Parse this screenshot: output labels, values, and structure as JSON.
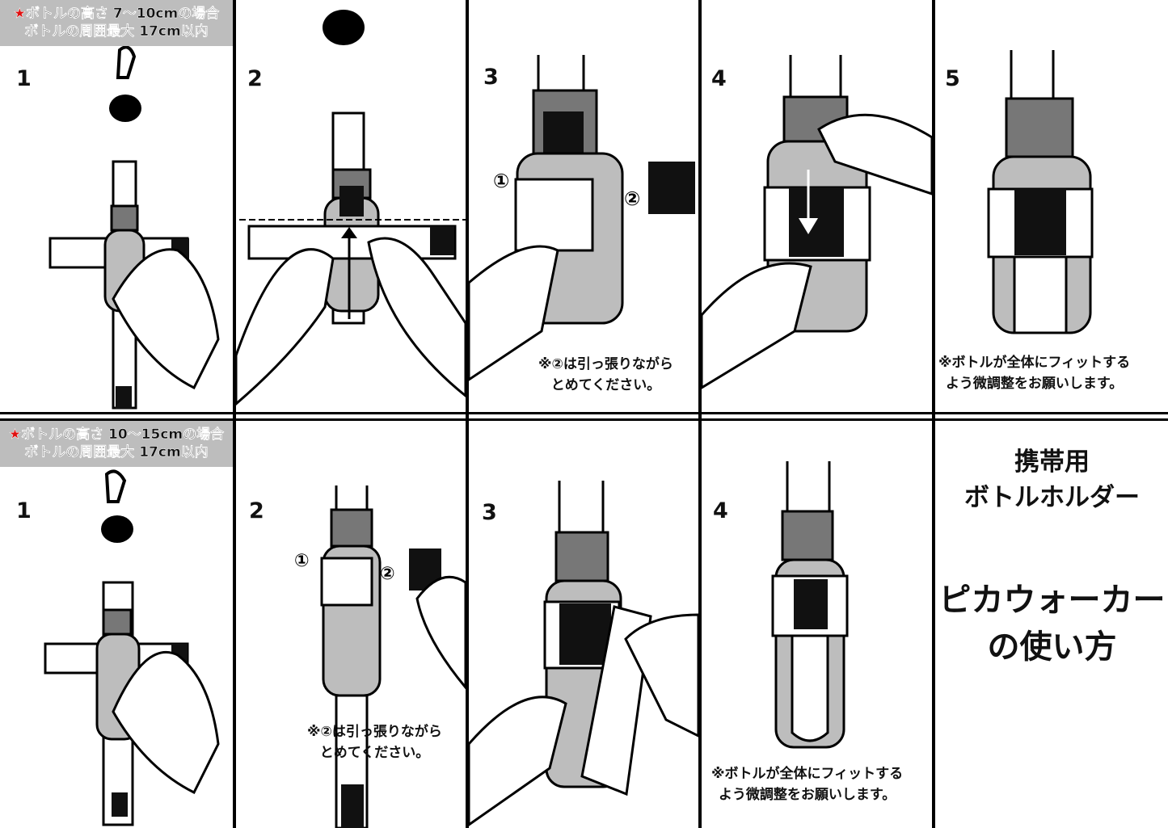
{
  "top_section": {
    "header_line1": "ボトルの高さ 7〜10cmの場合",
    "header_line2": "ボトルの周囲最大 17cm以内",
    "star": "★",
    "steps": [
      "1",
      "2",
      "3",
      "4",
      "5"
    ],
    "step3_note_line1": "※②は引っ張りながら",
    "step3_note_line2": "とめてください。",
    "step5_note_line1": "※ボトルが全体にフィットする",
    "step5_note_line2": "よう微調整をお願いします。",
    "markers": [
      "①",
      "②"
    ]
  },
  "bottom_section": {
    "header_line1": "ボトルの高さ 10〜15cmの場合",
    "header_line2": "ボトルの周囲最大 17cm以内",
    "star": "★",
    "steps": [
      "1",
      "2",
      "3",
      "4"
    ],
    "step2_note_line1": "※②は引っ張りながら",
    "step2_note_line2": "とめてください。",
    "step4_note_line1": "※ボトルが全体にフィットする",
    "step4_note_line2": "よう微調整をお願いします。",
    "markers": [
      "①",
      "②"
    ]
  },
  "title": {
    "line1": "携帯用",
    "line2": "ボトルホルダー",
    "line3": "ピカウォーカー",
    "line4": "の使い方"
  },
  "colors": {
    "cap": "#777777",
    "body": "#bdbdbd",
    "strap": "#ffffff",
    "velcro": "#111111",
    "star": "#e01010"
  }
}
